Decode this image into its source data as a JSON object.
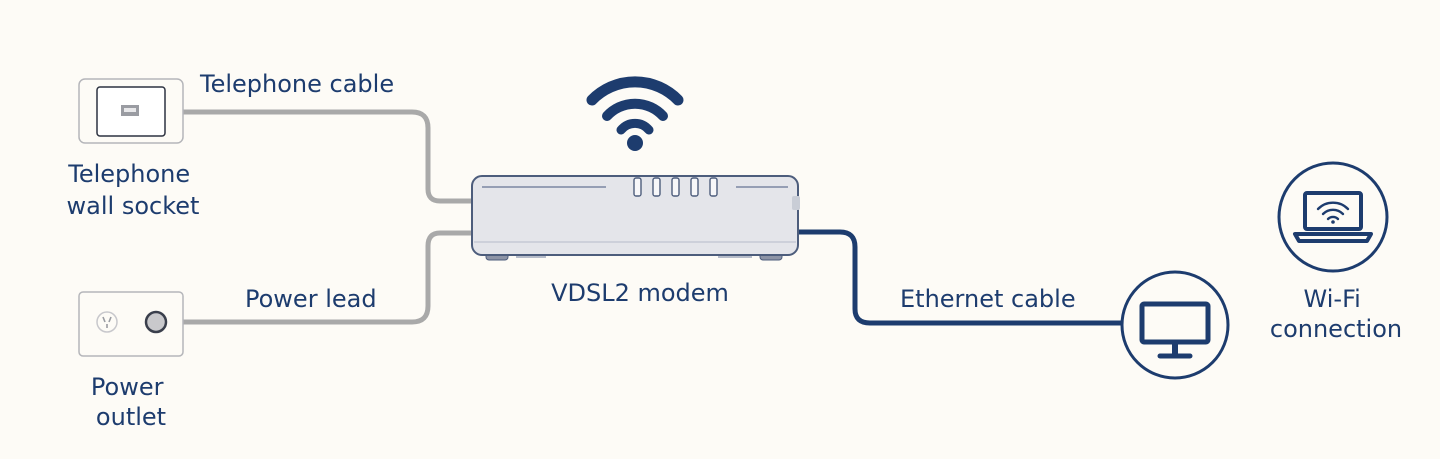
{
  "labels": {
    "telephone_cable": "Telephone cable",
    "telephone_socket": [
      "Telephone",
      "wall socket"
    ],
    "power_lead": "Power lead",
    "power_outlet": [
      "Power",
      "outlet"
    ],
    "modem": "VDSL2 modem",
    "ethernet_cable": "Ethernet cable",
    "wifi_connection": [
      "Wi-Fi",
      "connection"
    ]
  },
  "icons": {
    "wifi_signal": "wifi-signal-icon",
    "telephone_socket": "telephone-socket-icon",
    "power_outlet": "power-outlet-icon",
    "modem": "modem-icon",
    "desktop": "desktop-monitor-icon",
    "laptop": "laptop-wifi-icon"
  },
  "colors": {
    "background": "#fdfbf6",
    "navy": "#1d3c6e",
    "grey_cable": "#a9a9a9",
    "modem_body": "#e4e5ea",
    "modem_outline": "#4d5d7c"
  }
}
